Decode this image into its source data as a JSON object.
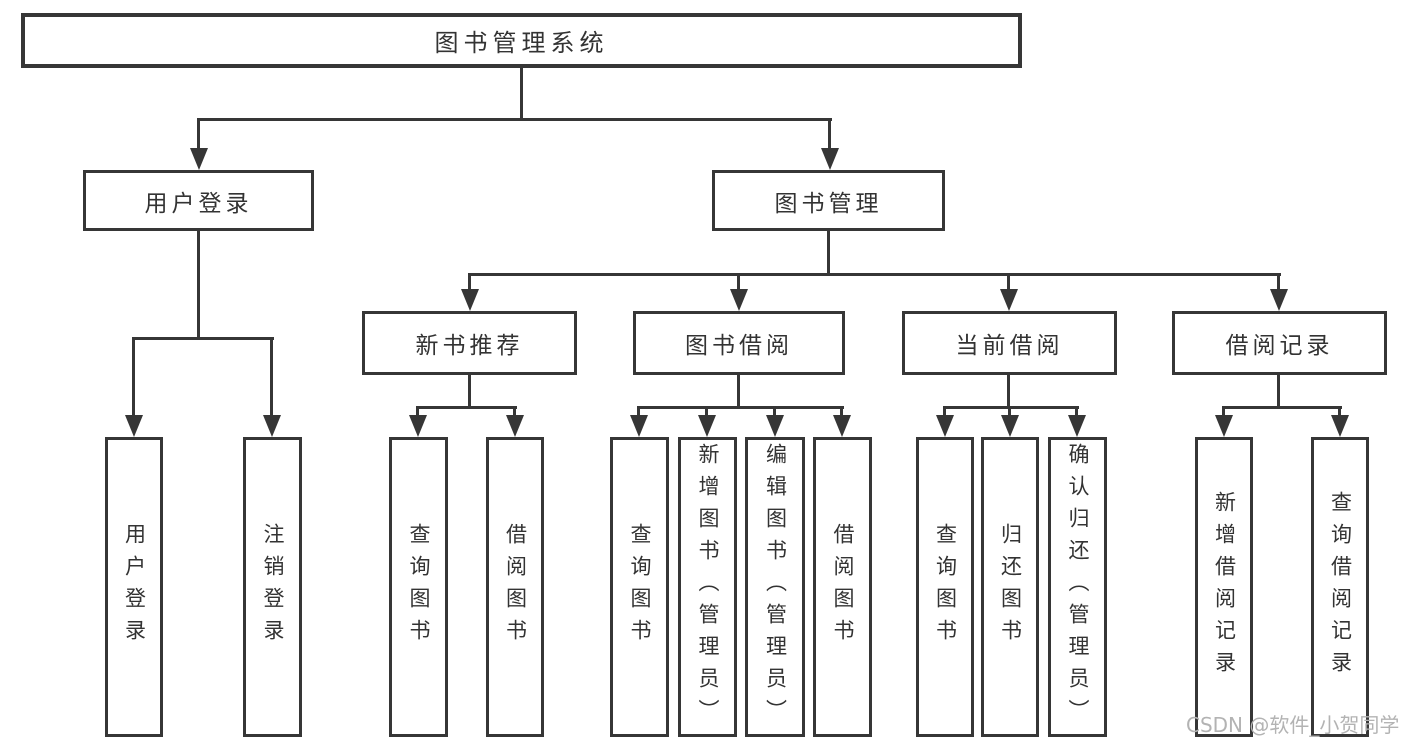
{
  "diagram": {
    "type": "hierarchy-tree",
    "title": "图书管理系统",
    "tree": {
      "label": "图书管理系统",
      "children": [
        {
          "label": "用户登录",
          "children": [
            {
              "label": "用户登录"
            },
            {
              "label": "注销登录"
            }
          ]
        },
        {
          "label": "图书管理",
          "children": [
            {
              "label": "新书推荐",
              "children": [
                {
                  "label": "查询图书"
                },
                {
                  "label": "借阅图书"
                }
              ]
            },
            {
              "label": "图书借阅",
              "children": [
                {
                  "label": "查询图书"
                },
                {
                  "label": "新增图书（管理员）"
                },
                {
                  "label": "编辑图书（管理员）"
                },
                {
                  "label": "借阅图书"
                }
              ]
            },
            {
              "label": "当前借阅",
              "children": [
                {
                  "label": "查询图书"
                },
                {
                  "label": "归还图书"
                },
                {
                  "label": "确认归还（管理员）"
                }
              ]
            },
            {
              "label": "借阅记录",
              "children": [
                {
                  "label": "新增借阅记录"
                },
                {
                  "label": "查询借阅记录"
                }
              ]
            }
          ]
        }
      ]
    }
  },
  "watermark": {
    "text": "CSDN @软件_小贺同学"
  },
  "colors": {
    "line": "#363636",
    "text": "#333333",
    "box-bg": "#ffffff",
    "background": "#ffffff",
    "watermark": "#b3b3b3"
  }
}
